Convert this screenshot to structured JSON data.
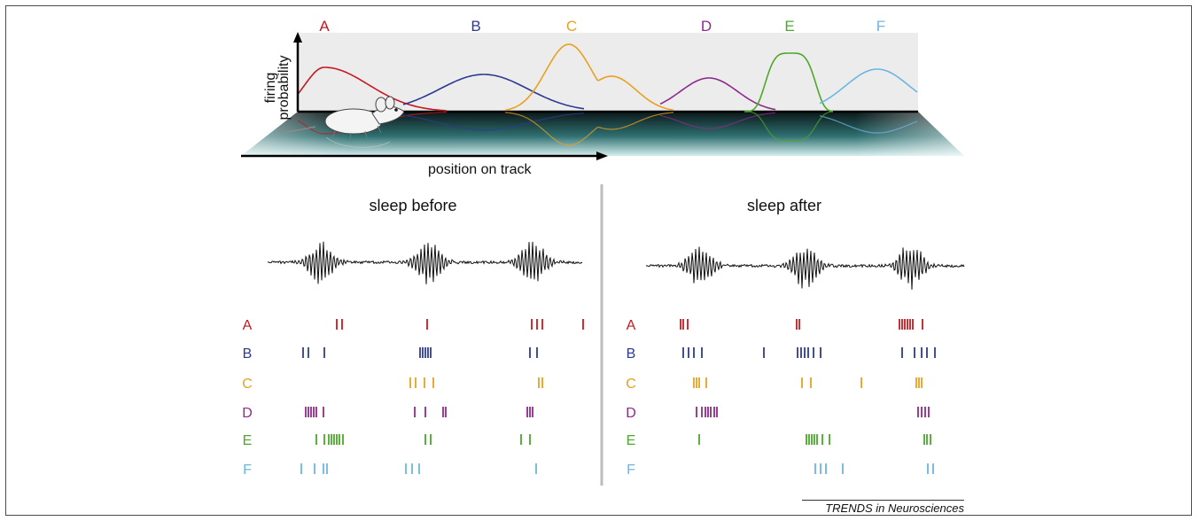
{
  "figure": {
    "top_cells": [
      "A",
      "B",
      "C",
      "D",
      "E",
      "F"
    ],
    "y_axis_label_line1": "firing",
    "y_axis_label_line2": "probability",
    "x_axis_label": "position on track",
    "panel_left_title": "sleep before",
    "panel_right_title": "sleep after",
    "credit": "TRENDS in Neurosciences"
  },
  "colors": {
    "A": "#c4191f",
    "B": "#2e3a92",
    "C": "#e8a020",
    "D": "#8e2a8c",
    "E": "#4aa82a",
    "F": "#6cb6e0"
  },
  "raster_rows": [
    "A",
    "B",
    "C",
    "D",
    "E",
    "F"
  ],
  "spike_times": {
    "before": {
      "A": [
        380,
        386,
        482,
        600,
        606,
        612,
        658
      ],
      "B": [
        342,
        348,
        366,
        474,
        477,
        480,
        483,
        486,
        598,
        606
      ],
      "C": [
        463,
        469,
        479,
        489,
        608,
        612
      ],
      "D": [
        345,
        348,
        351,
        354,
        357,
        365,
        468,
        480,
        500,
        503,
        595,
        598,
        601
      ],
      "E": [
        357,
        366,
        371,
        374,
        377,
        380,
        383,
        387,
        480,
        486,
        588,
        598
      ],
      "F": [
        340,
        355,
        365,
        369,
        458,
        465,
        473,
        605
      ]
    },
    "after": {
      "A": [
        768,
        771,
        776,
        899,
        902,
        1015,
        1018,
        1021,
        1024,
        1027,
        1030,
        1041
      ],
      "B": [
        771,
        777,
        783,
        792,
        862,
        900,
        904,
        908,
        912,
        918,
        926,
        1018,
        1032,
        1040,
        1046,
        1055
      ],
      "C": [
        783,
        786,
        789,
        797,
        905,
        915,
        972,
        1034,
        1037,
        1040
      ],
      "D": [
        786,
        792,
        796,
        799,
        802,
        806,
        809,
        1036,
        1040,
        1044,
        1048
      ],
      "E": [
        789,
        910,
        913,
        916,
        919,
        922,
        928,
        936,
        1043,
        1046,
        1050
      ],
      "F": [
        920,
        926,
        932,
        951,
        1047,
        1053
      ]
    }
  }
}
